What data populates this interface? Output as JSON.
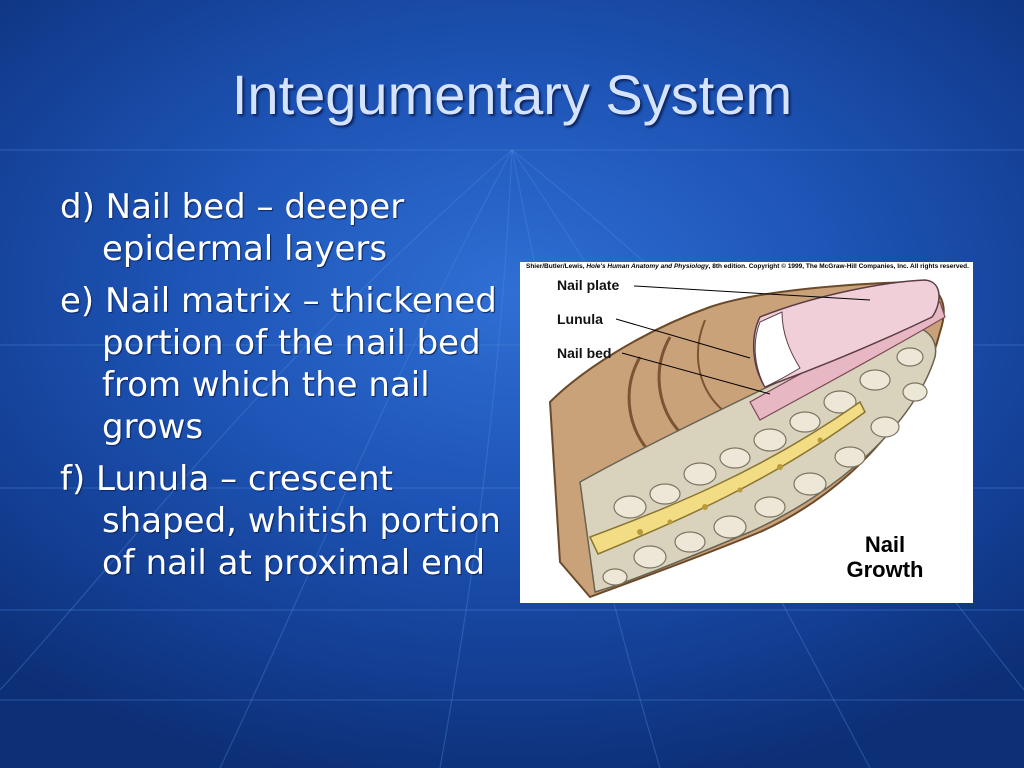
{
  "slide": {
    "title": "Integumentary System",
    "bullets": [
      "d) Nail bed – deeper epidermal layers",
      "e) Nail matrix – thickened portion of the nail bed from which the nail grows",
      "f) Lunula – crescent shaped, whitish portion of nail at proximal end"
    ]
  },
  "figure": {
    "credit_authors": "Shier/Butler/Lewis, ",
    "credit_book": "Hole's Human Anatomy and Physiology",
    "credit_rest": ", 8th edition. Copyright © 1999, The McGraw-Hill Companies, Inc.  All rights reserved.",
    "labels": {
      "nail_plate": "Nail plate",
      "lunula": "Lunula",
      "nail_bed": "Nail bed"
    },
    "title_line1": "Nail",
    "title_line2": "Growth"
  },
  "colors": {
    "background": "#1d53b4",
    "title": "#d6e3ff",
    "text": "#ffffff",
    "skin": "#c9a27a",
    "nail": "#f1cfd9",
    "bone": "#f2dc84",
    "fat": "#e9e4d2"
  }
}
